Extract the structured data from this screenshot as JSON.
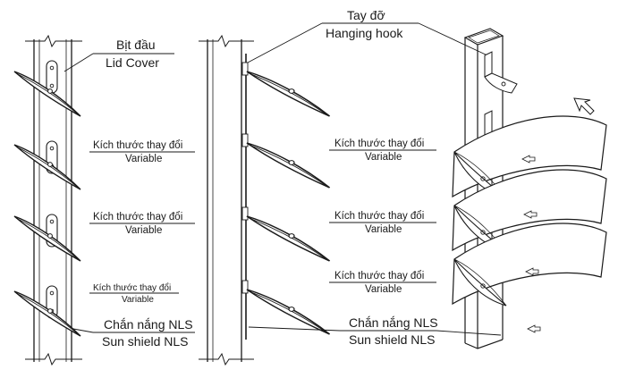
{
  "labels": {
    "lid_cover_vi": "Bịt đầu",
    "lid_cover_en": "Lid Cover",
    "hook_vi": "Tay đỡ",
    "hook_en": "Hanging hook",
    "variable_vi": "Kích thước thay đổi",
    "variable_en": "Variable",
    "sunshield_vi": "Chắn nắng NLS",
    "sunshield_en": "Sun shield NLS"
  },
  "icons": {
    "view_arrow": "view-direction-arrow-icon"
  }
}
